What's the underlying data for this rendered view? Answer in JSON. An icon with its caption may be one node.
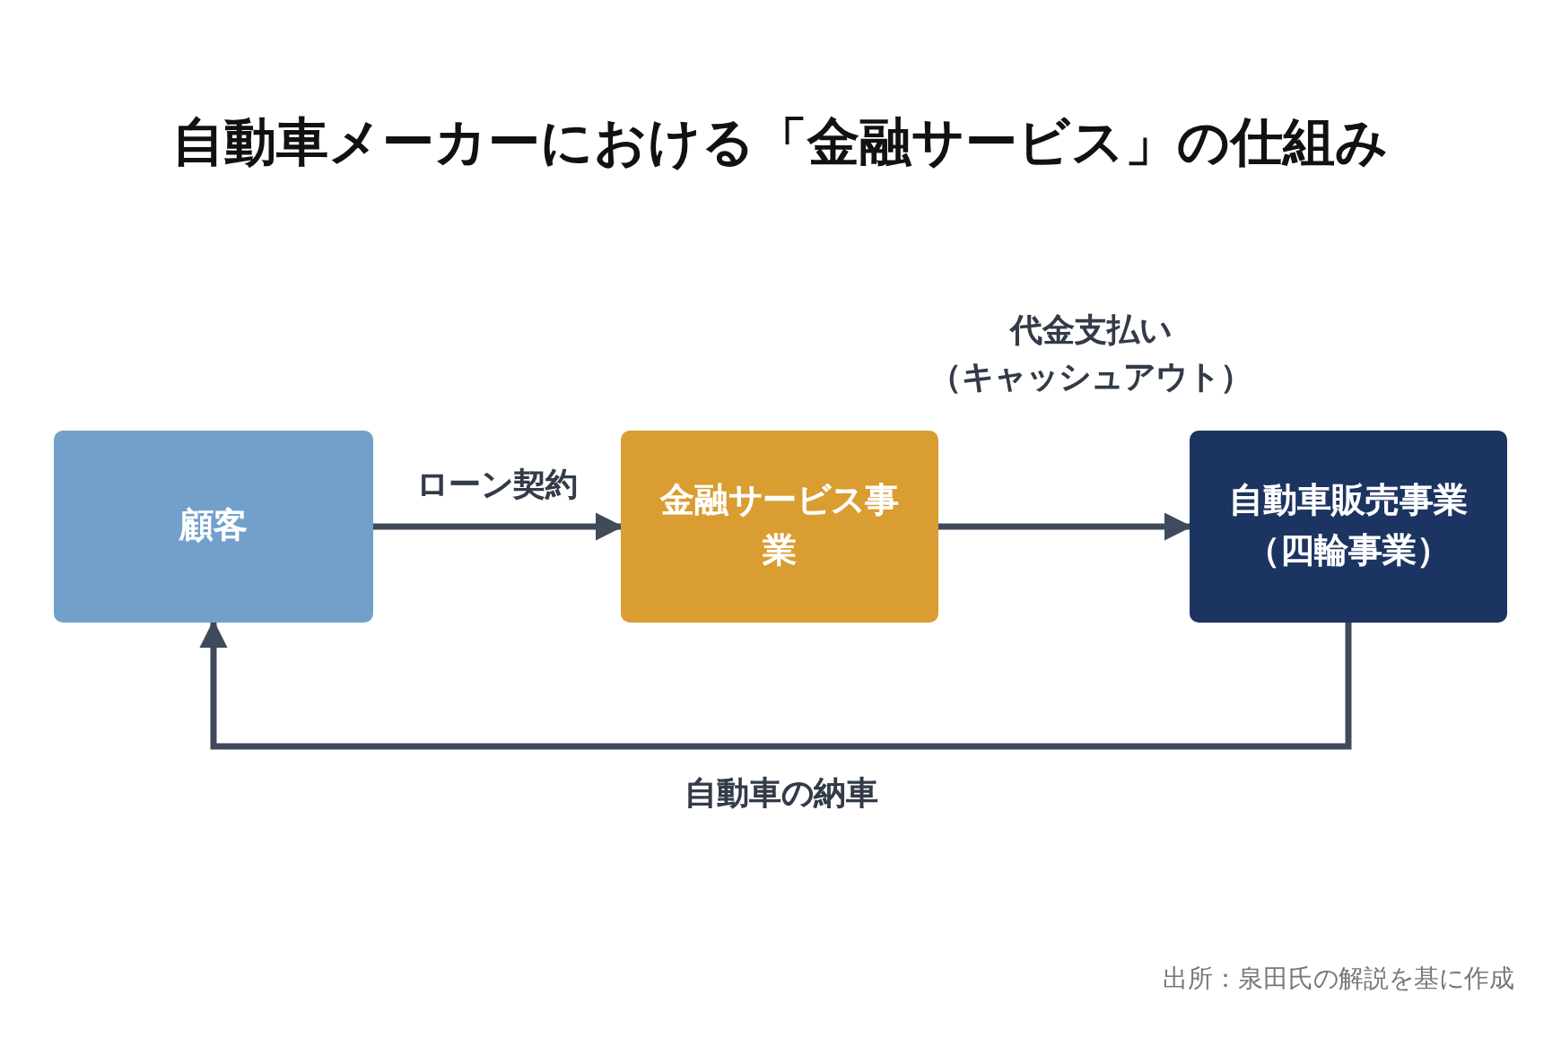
{
  "diagram": {
    "title": "自動車メーカーにおける「金融サービス」の仕組み",
    "caption": "出所：泉田氏の解説を基に作成",
    "nodes": [
      {
        "text": [
          "顧客"
        ]
      },
      {
        "text": [
          "金融サービス事業"
        ]
      },
      {
        "text": [
          "自動車販売事業（四輪事業）"
        ]
      }
    ],
    "edges": [
      {
        "from": 0,
        "to": 1,
        "arrow": "to",
        "label": "ローン契約"
      },
      {
        "from": 1,
        "to": 2,
        "arrow": "to",
        "label": "代金支払い（キャッシュアウト）"
      },
      {
        "from": 2,
        "to": 0,
        "arrow": "to",
        "label": "自動車の納車"
      }
    ]
  }
}
